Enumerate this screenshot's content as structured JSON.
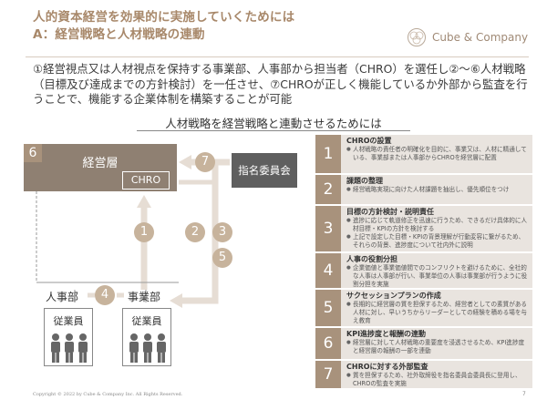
{
  "header": {
    "title_line1": "人的資本経営を効果的に実施していくためには",
    "title_line2": "A：経営戦略と人材戦略の連動",
    "logo_text": "Cube & Company"
  },
  "lead_text": "①経営視点又は人材視点を保持する事業部、人事部から担当者（CHRO）を選任し②～⑥人材戦略（目標及び達成までの方針検討）を一任させ、⑦CHROが正しく機能しているか外部から監査を行うことで、機能する企業体制を構築することが可能",
  "diagram": {
    "title": "人材戦略を経営戦略と連動させるためには",
    "keiei_number": "6",
    "keiei_label": "経営層",
    "chro_label": "CHRO",
    "shimei_label": "指名委員会",
    "circles": [
      "1",
      "2",
      "3",
      "5",
      "4",
      "7"
    ],
    "jinjibu_label": "人事部",
    "jigyobu_label": "事業部",
    "employee_label": "従業員"
  },
  "panel": {
    "rows": [
      {
        "num": "1",
        "heading": "CHROの設置",
        "bullets": [
          "人材戦略の責任者の明確化を目的に、事業又は、人材に精通している、事業部または人事部からCHROを経営層に配置"
        ]
      },
      {
        "num": "2",
        "heading": "課題の整理",
        "bullets": [
          "経営戦略実現に向けた人材課題を抽出し、優先順位をつけ"
        ]
      },
      {
        "num": "3",
        "heading": "目標の方針検討・説明責任",
        "bullets": [
          "進捗に応じて軌道修正を迅速に行うため、できるだけ具体的に人材目標・KPIの方針を検討する",
          "上記で設定した目標・KPIの背景理解が行動変容に繋がるため、それらの背景、進捗度について社内外に説明"
        ]
      },
      {
        "num": "4",
        "heading": "人事の役割分担",
        "bullets": [
          "企業価値と事業価値間でのコンフリクトを避けるために、全社的な人事は人事部が行い、事業単位の人事は事業部が行うように役割分担を実施"
        ]
      },
      {
        "num": "5",
        "heading": "サクセッションプランの作成",
        "bullets": [
          "長期的に経営層の質を担保するため、経営者としての素質がある人材に対し、早いうちからリーダーとしての経験を積める場を与え教育"
        ]
      },
      {
        "num": "6",
        "heading": "KPI進捗度と報酬の連動",
        "bullets": [
          "経営層に対して人材戦略の重要度を浸透させるため、KPI進捗度と経営層の報酬の一部を連動"
        ]
      },
      {
        "num": "7",
        "heading": "CHROに対する外部監査",
        "bullets": [
          "質を担保するため、社外取締役を指名委員会委員長に登用し、CHROの監査を実施"
        ]
      }
    ]
  },
  "footer": {
    "copyright": "Copyright © 2022 by Cube & Company Inc. All Rights Reserved.",
    "page": "7"
  },
  "colors": {
    "accent": "#a8886a",
    "block": "#8f8072",
    "circle": "#c7b39c",
    "dark_box": "#5f5f5f",
    "panel_bg": "#e9e4df"
  }
}
